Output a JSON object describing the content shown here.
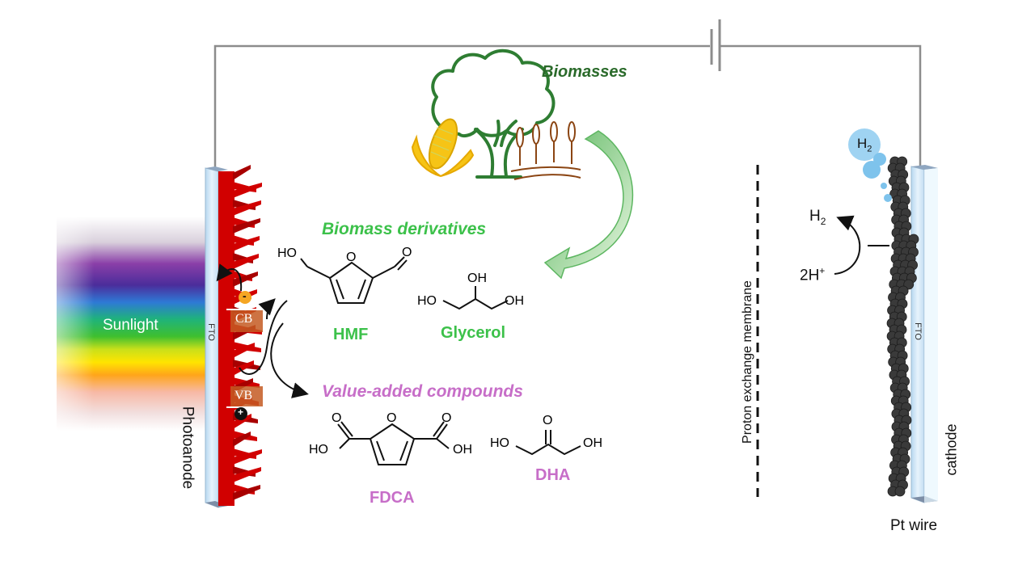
{
  "labels": {
    "biomasses": "Biomasses",
    "biomass_derivatives": "Biomass derivatives",
    "value_added": "Value-added compounds",
    "hmf": "HMF",
    "glycerol": "Glycerol",
    "fdca": "FDCA",
    "dha": "DHA",
    "sunlight": "Sunlight",
    "photoanode": "Photoanode",
    "fto_left": "FTO",
    "fto_right": "FTO",
    "cb": "CB",
    "vb": "VB",
    "electron": "-",
    "hole": "+",
    "membrane": "Proton exchange membrane",
    "cathode": "cathode",
    "pt_wire": "Pt wire",
    "h2_bubble": "H",
    "h2_bubble_sub": "2",
    "h2_product": "H",
    "h2_product_sub": "2",
    "protons": "2H",
    "protons_sup": "+"
  },
  "chem": {
    "ho": "HO",
    "oh": "OH",
    "o": "O"
  },
  "colors": {
    "wire": "#8c8c8c",
    "photoanode": "#d10000",
    "fto_glass": "#cfe6f7",
    "tree": "#2e7d32",
    "derivative_text": "#3cc14a",
    "product_text": "#c76ec8",
    "arrow_green": "#a5e09a",
    "h2_bubble": "#7ec3ec",
    "cathode_particles": "#3a3a3a"
  }
}
